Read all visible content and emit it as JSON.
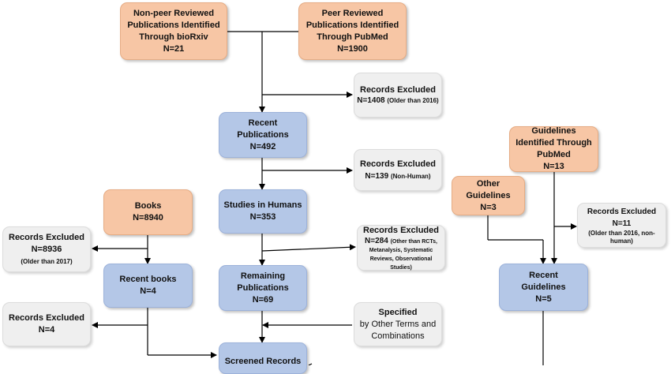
{
  "boxes": {
    "biorxiv": {
      "l1": "Non-peer Reviewed",
      "l2": "Publications Identified",
      "l3": "Through bioRxiv",
      "l4": "N=21"
    },
    "pubmed": {
      "l1": "Peer Reviewed",
      "l2": "Publications Identified",
      "l3": "Through PubMed",
      "l4": "N=1900"
    },
    "excl1408": {
      "l1": "Records Excluded",
      "n": "N=1408",
      "note": "(Older than 2016)"
    },
    "recent": {
      "l1": "Recent",
      "l2": "Publications",
      "l3": "N=492"
    },
    "excl139": {
      "l1": "Records Excluded",
      "n": "N=139",
      "note": "(Non-Human)"
    },
    "humans": {
      "l1": "Studies in Humans",
      "l2": "N=353"
    },
    "excl284": {
      "l1": "Records Excluded",
      "n": "N=284",
      "note": "(Other than RCTs, Metanalysis, Systematic Reviews, Observational Studies)"
    },
    "remaining": {
      "l1": "Remaining",
      "l2": "Publications",
      "l3": "N=69"
    },
    "specified": {
      "l1": "Specified",
      "l2": "by Other Terms and",
      "l3": "Combinations"
    },
    "screened": {
      "l1": "Screened Records"
    },
    "books": {
      "l1": "Books",
      "l2": "N=8940"
    },
    "excl8936": {
      "l1": "Records Excluded",
      "l2": "N=8936",
      "note": "(Older than 2017)"
    },
    "recentbooks": {
      "l1": "Recent books",
      "l2": "N=4"
    },
    "excl4": {
      "l1": "Records Excluded",
      "l2": "N=4"
    },
    "guidelinesPubmed": {
      "l1": "Guidelines",
      "l2": "Identified Through",
      "l3": "PubMed",
      "l4": "N=13"
    },
    "otherGuidelines": {
      "l1": "Other",
      "l2": "Guidelines",
      "l3": "N=3"
    },
    "excl11": {
      "l1": "Records Excluded",
      "l2": "N=11",
      "note": "(Older than 2016, non-human)"
    },
    "recentGuidelines": {
      "l1": "Recent",
      "l2": "Guidelines",
      "l3": "N=5"
    }
  },
  "colors": {
    "source": "#f7c6a5",
    "process": "#b4c7e7",
    "excluded": "#efefef",
    "arrow": "#000000"
  }
}
